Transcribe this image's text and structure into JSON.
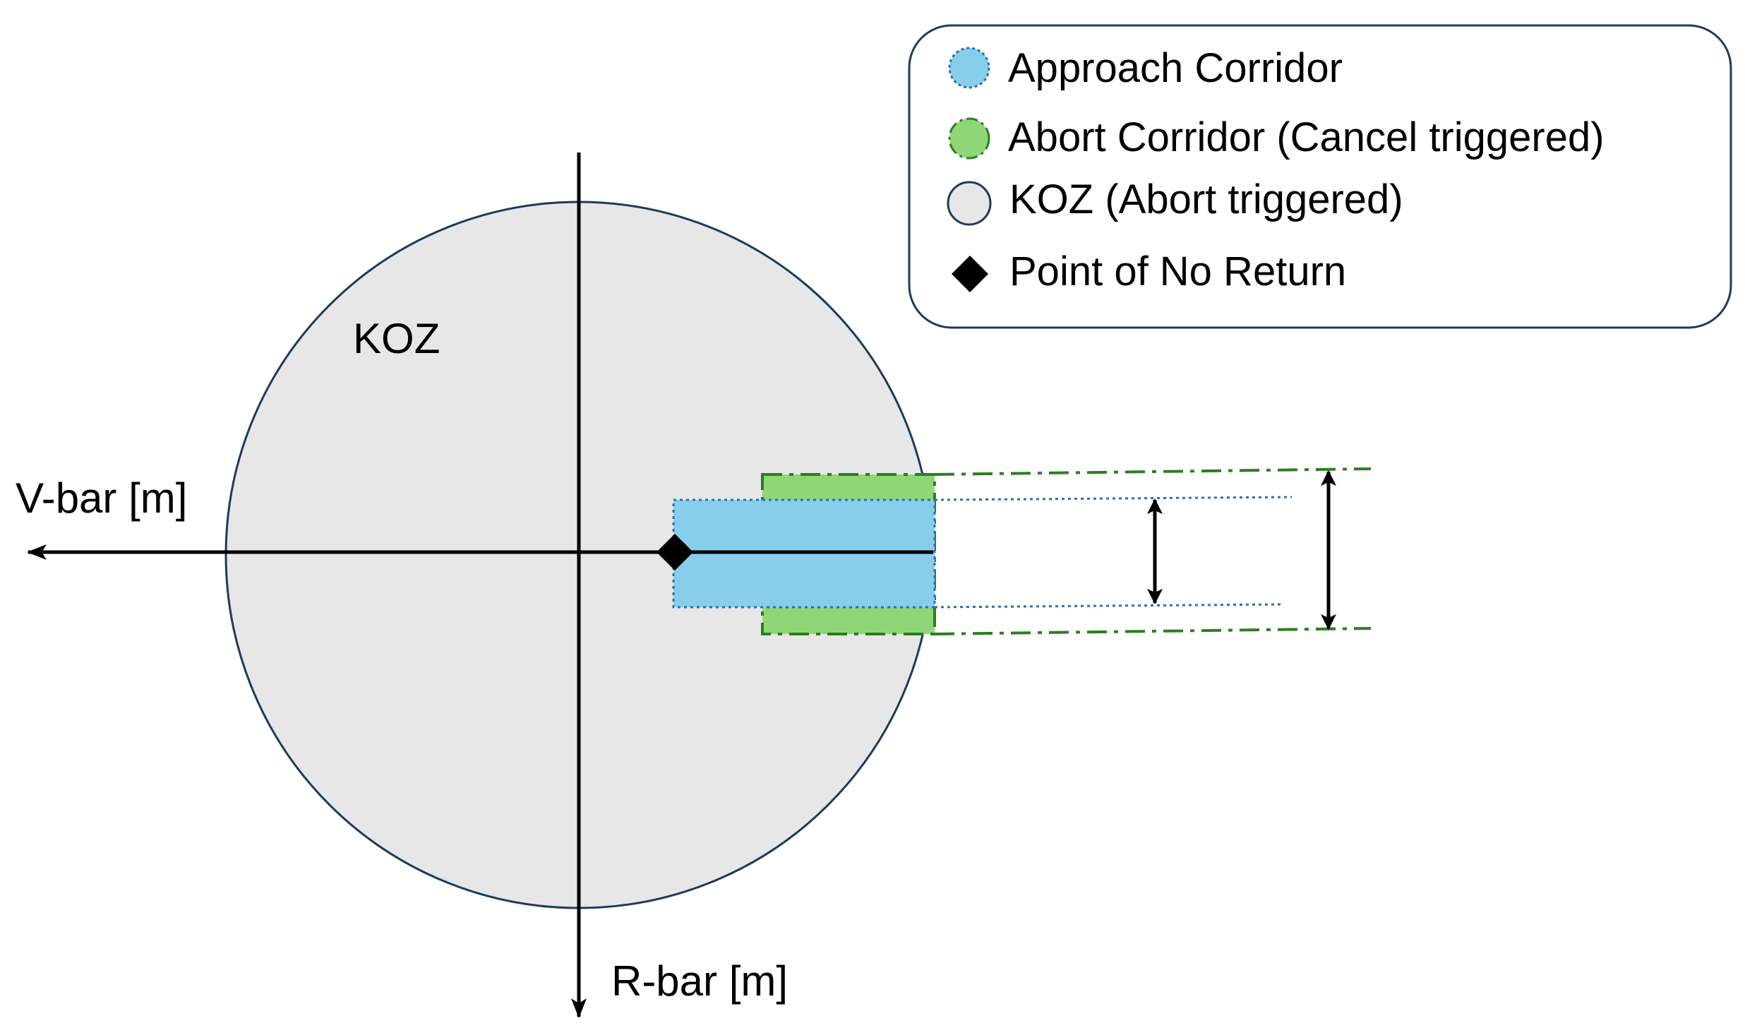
{
  "diagram": {
    "koz_label": "KOZ",
    "vbar_label": "V-bar [m]",
    "rbar_label": "R-bar [m]"
  },
  "legend": {
    "items": [
      {
        "label": "Approach Corridor",
        "symbol": "approach-corridor-swatch"
      },
      {
        "label": "Abort Corridor (Cancel triggered)",
        "symbol": "abort-corridor-swatch"
      },
      {
        "label": "KOZ (Abort triggered)",
        "symbol": "koz-swatch"
      },
      {
        "label": "Point of No Return",
        "symbol": "diamond-marker"
      }
    ]
  },
  "colors": {
    "koz_fill": "#e7e7e8",
    "approach_fill": "#87ceeb",
    "approach_edge": "#2e6fb0",
    "abort_fill": "#8fd776",
    "abort_edge": "#2e7d23",
    "axis": "#000000"
  }
}
